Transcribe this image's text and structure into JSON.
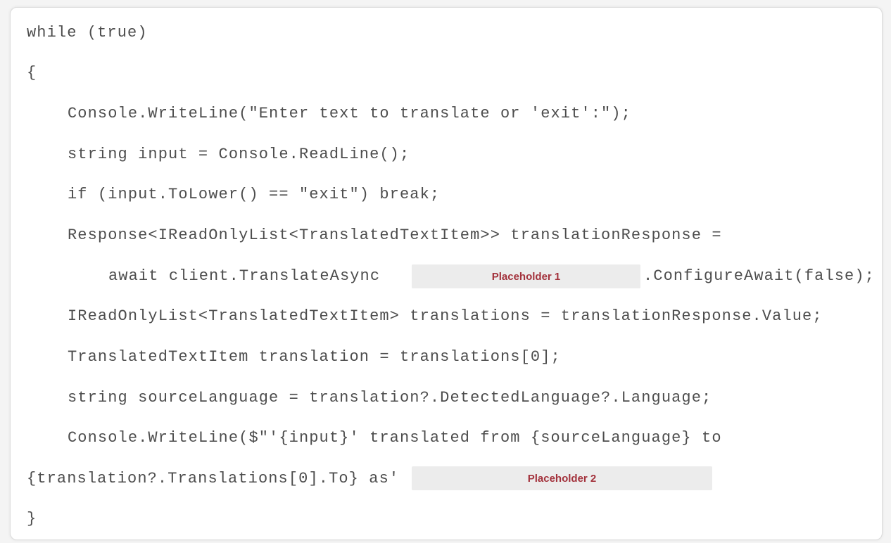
{
  "code": {
    "lines": [
      "while (true)",
      "{",
      "Console.WriteLine(\"Enter text to translate or 'exit':\");",
      "string input = Console.ReadLine();",
      "if (input.ToLower() == \"exit\") break;",
      "Response<IReadOnlyList<TranslatedTextItem>> translationResponse =",
      "await client.TranslateAsync",
      ".ConfigureAwait(false);",
      "IReadOnlyList<TranslatedTextItem> translations = translationResponse.Value;",
      "TranslatedTextItem translation = translations[0];",
      "string sourceLanguage = translation?.DetectedLanguage?.Language;",
      "Console.WriteLine($\"'{input}' translated from {sourceLanguage} to",
      "{translation?.Translations[0].To} as'",
      "}"
    ]
  },
  "placeholders": {
    "p1": "Placeholder 1",
    "p2": "Placeholder 2"
  },
  "colors": {
    "placeholder_text": "#a3323c",
    "placeholder_bg": "#ececec",
    "code_text": "#4d4d4d"
  }
}
